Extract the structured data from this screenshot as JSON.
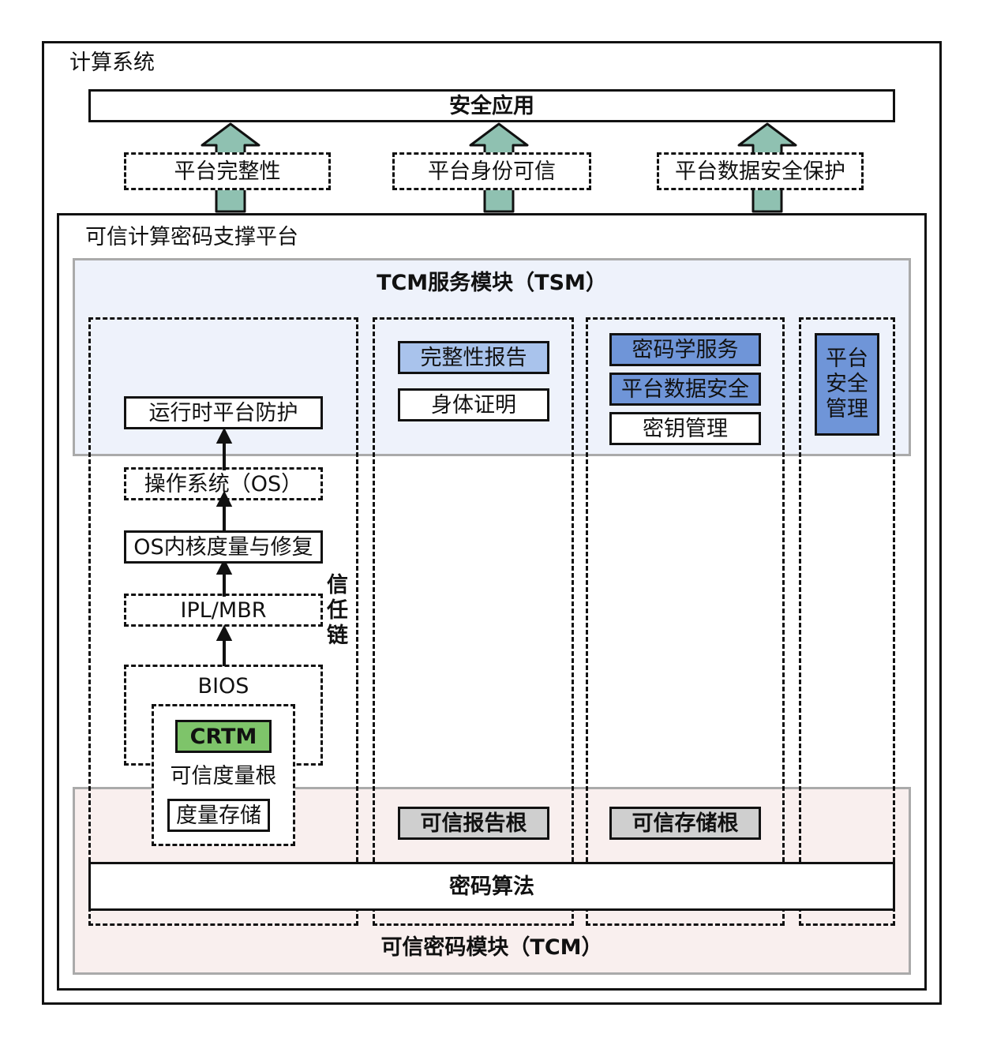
{
  "computing_system": {
    "title": "计算系统"
  },
  "security_app": {
    "label": "安全应用"
  },
  "capabilities": [
    {
      "label": "平台完整性"
    },
    {
      "label": "平台身份可信"
    },
    {
      "label": "平台数据安全保护"
    }
  ],
  "platform": {
    "title": "可信计算密码支撑平台"
  },
  "tsm": {
    "title": "TCM服务模块（TSM）"
  },
  "tcm": {
    "title": "可信密码模块（TCM）"
  },
  "chain": {
    "runtime": "运行时平台防护",
    "os": "操作系统（OS）",
    "kernel": "OS内核度量与修复",
    "ipl": "IPL/MBR",
    "bios": "BIOS",
    "crtm": "CRTM",
    "rtm": "可信度量根",
    "storage": "度量存储",
    "chain_label": [
      "信",
      "任",
      "链"
    ]
  },
  "report_col": {
    "integrity_report": "完整性报告",
    "identity_proof": "身体证明",
    "root": "可信报告根"
  },
  "storage_col": {
    "crypto_service": "密码学服务",
    "data_security": "平台数据安全",
    "key_mgmt": "密钥管理",
    "root": "可信存储根"
  },
  "mgmt_col": {
    "lines": [
      "平台",
      "安全",
      "管理"
    ]
  },
  "crypto_alg": {
    "label": "密码算法"
  },
  "colors": {
    "tsm_band": "#eef2fb",
    "tcm_band": "#f9efee",
    "band_border": "#aaaaaa",
    "blue_box": "#6f95d8",
    "light_blue_box": "#a9c3ec",
    "green_box": "#7ec46a",
    "gray_box": "#cfcfcf",
    "arrow_fill": "#8fc1b1"
  }
}
